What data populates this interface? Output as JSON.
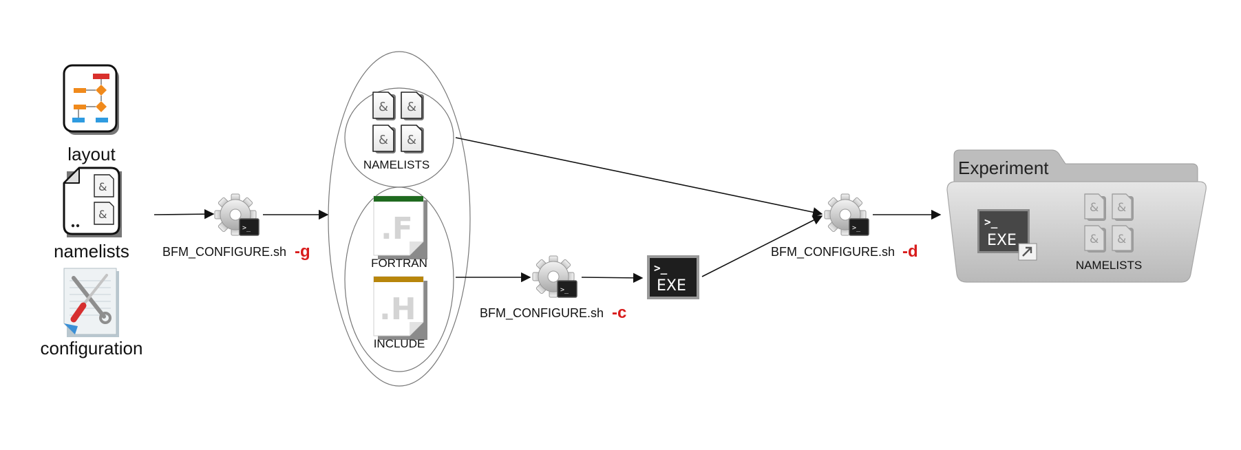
{
  "inputs": {
    "layout_label": "layout",
    "namelists_label": "namelists",
    "configuration_label": "configuration"
  },
  "steps": {
    "generate": {
      "script": "BFM_CONFIGURE.sh",
      "flag": "-g"
    },
    "compile": {
      "script": "BFM_CONFIGURE.sh",
      "flag": "-c"
    },
    "deploy": {
      "script": "BFM_CONFIGURE.sh",
      "flag": "-d"
    }
  },
  "generated": {
    "namelists_label": "NAMELISTS",
    "fortran_label": "FORTRAN",
    "fortran_glyph": ".F",
    "include_label": "INCLUDE",
    "include_glyph": ".H"
  },
  "executable": {
    "label": "EXE",
    "prompt": ">_"
  },
  "experiment": {
    "title": "Experiment",
    "exe_label": "EXE",
    "exe_prompt": ">_",
    "namelists_label": "NAMELISTS"
  },
  "icons": {
    "layout": "flowchart-document-icon",
    "namelists": "namelist-document-icon",
    "configuration": "configuration-tools-icon",
    "script": "gear-terminal-icon",
    "executable": "terminal-exe-icon",
    "folder": "folder-icon"
  },
  "colors": {
    "flag": "#d81c1c",
    "fortran_header": "#1f6a1f",
    "include_header": "#b8860b",
    "gear": "#cfcfcf",
    "terminal": "#1e1e1e",
    "folder": "#d2d2d2"
  }
}
